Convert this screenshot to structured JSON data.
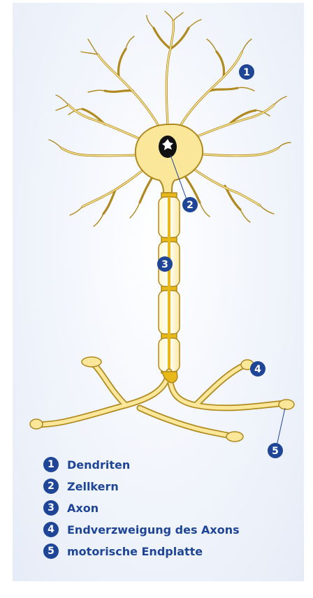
{
  "colors": {
    "cell_fill": "#fbe79a",
    "cell_stroke": "#b08a1e",
    "axon_dark": "#e6b81a",
    "nucleus": "#111111",
    "badge": "#1e4596",
    "label": "#1e4596"
  },
  "markers": [
    {
      "number": "1"
    },
    {
      "number": "2"
    },
    {
      "number": "3"
    },
    {
      "number": "4"
    },
    {
      "number": "5"
    }
  ],
  "legend": [
    {
      "number": "1",
      "label": "Dendriten"
    },
    {
      "number": "2",
      "label": "Zellkern"
    },
    {
      "number": "3",
      "label": "Axon"
    },
    {
      "number": "4",
      "label": "Endverzweigung des Axons"
    },
    {
      "number": "5",
      "label": "motorische Endplatte"
    }
  ]
}
